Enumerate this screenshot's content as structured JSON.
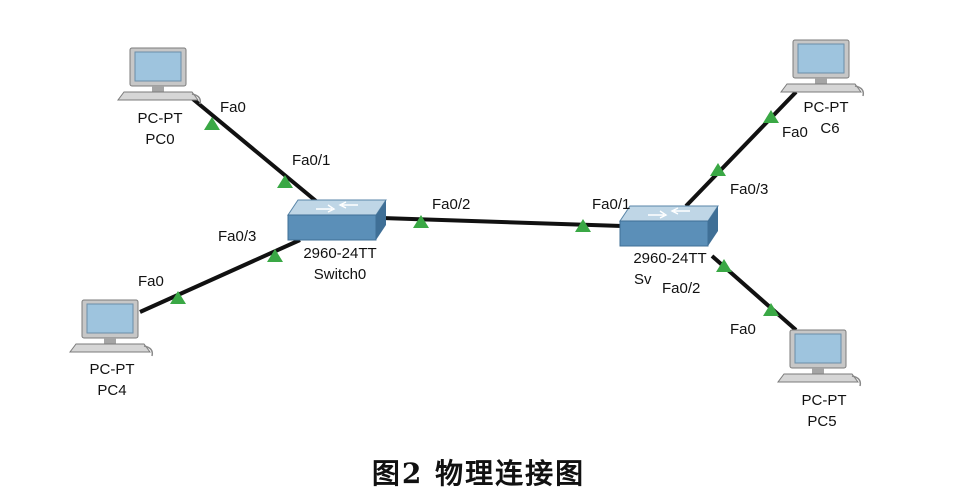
{
  "colors": {
    "link": "#111111",
    "port_indicator": "#3aa845",
    "switch_top": "#bfd6e6",
    "switch_front": "#5b8fb8",
    "switch_side": "#3f6f96",
    "monitor_frame": "#c7c7c7",
    "monitor_screen": "#9ec4de"
  },
  "caption": "图2   物理连接图",
  "devices": {
    "pc0": {
      "type_label": "PC-PT",
      "name": "PC0"
    },
    "pc4": {
      "type_label": "PC-PT",
      "name": "PC4"
    },
    "pc6": {
      "type_label": "PC-PT",
      "name": "C6"
    },
    "pc5": {
      "type_label": "PC-PT",
      "name": "PC5"
    },
    "switch0": {
      "model": "2960-24TT",
      "name": "Switch0"
    },
    "switch1": {
      "model": "2960-24TT",
      "name": "Sv"
    }
  },
  "ports": {
    "pc0_fa0": "Fa0",
    "sw0_fa01": "Fa0/1",
    "sw0_fa03": "Fa0/3",
    "pc4_fa0": "Fa0",
    "sw0_fa02": "Fa0/2",
    "sw1_fa01": "Fa0/1",
    "sw1_fa03": "Fa0/3",
    "pc6_fa0": "Fa0",
    "sw1_fa02": "Fa0/2",
    "pc5_fa0": "Fa0"
  }
}
